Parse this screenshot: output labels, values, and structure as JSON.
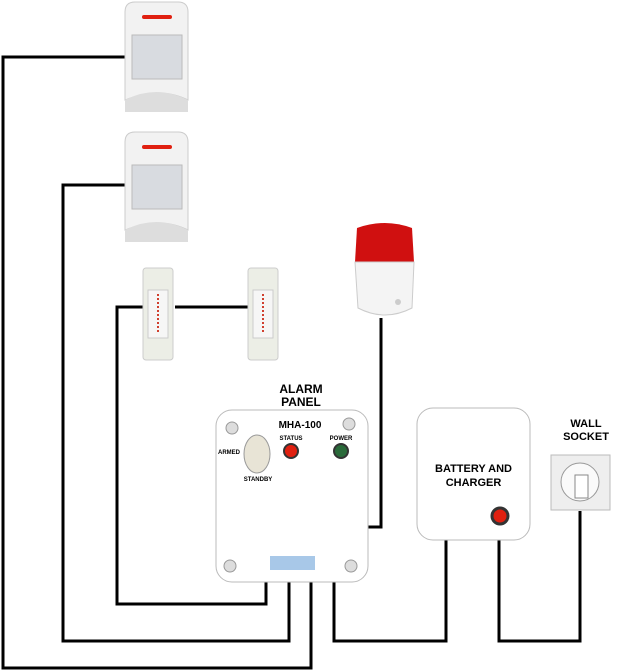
{
  "panel": {
    "title_line1": "ALARM",
    "title_line2": "PANEL",
    "model": "MHA-100",
    "status": "STATUS",
    "power": "POWER",
    "armed": "ARMED",
    "standby": "STANDBY"
  },
  "battery": {
    "line1": "BATTERY AND",
    "line2": "CHARGER"
  },
  "socket": {
    "line1": "WALL",
    "line2": "SOCKET"
  },
  "colors": {
    "wire": "#000000",
    "led_red": "#e02010",
    "led_green": "#2a6a3a",
    "siren": "#d01010"
  }
}
